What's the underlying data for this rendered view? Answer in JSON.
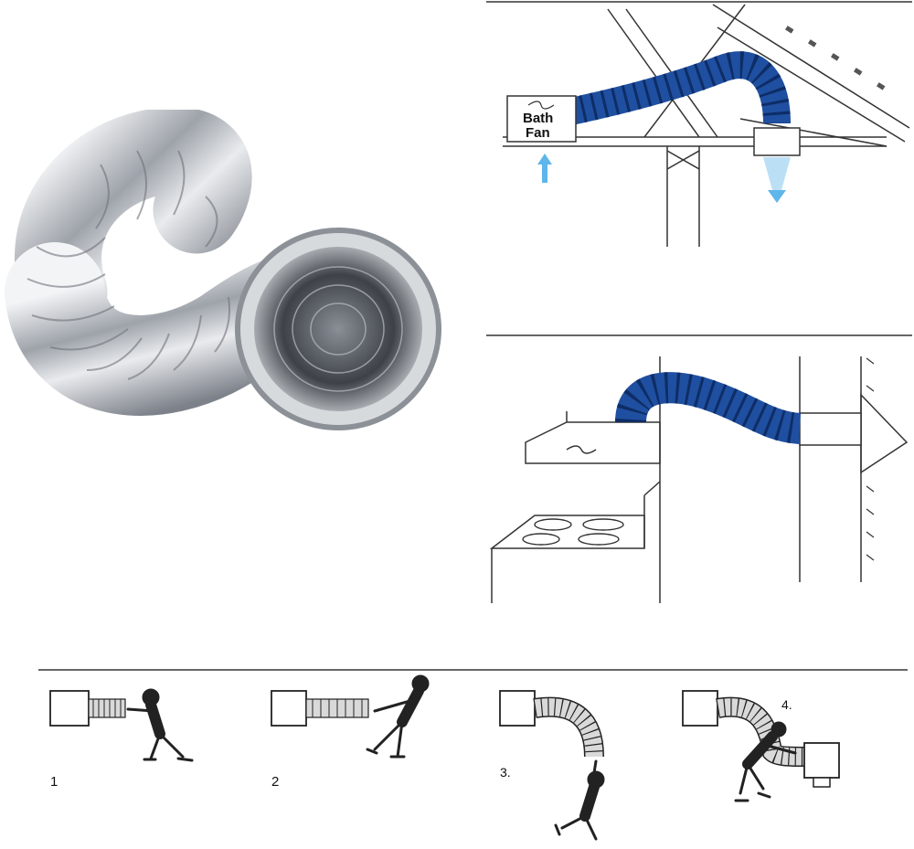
{
  "bath_fan": {
    "label_line1": "Bath",
    "label_line2": "Fan"
  },
  "steps": [
    {
      "label": "1"
    },
    {
      "label": "2"
    },
    {
      "label": "3."
    },
    {
      "label": "4."
    }
  ],
  "colors": {
    "duct_blue": "#1f4fa0",
    "duct_blue_dark": "#0e2d66",
    "airflow_blue": "#5fb6ea",
    "foil_silver": "#c9ccd1",
    "line_black": "#222222"
  }
}
